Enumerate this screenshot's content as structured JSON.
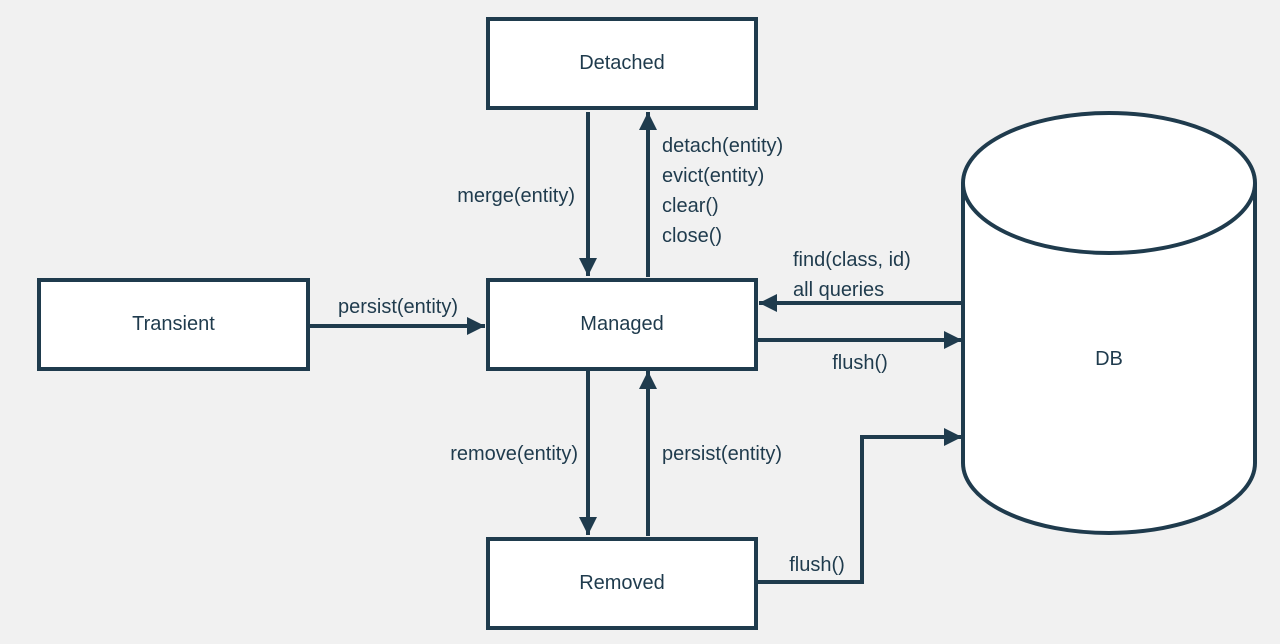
{
  "diagram": {
    "kind": "entity-lifecycle-state-diagram",
    "colors": {
      "stroke": "#1f3b4d",
      "background": "#f1f1f1",
      "node_fill": "#ffffff"
    },
    "nodes": {
      "detached": {
        "label": "Detached"
      },
      "transient": {
        "label": "Transient"
      },
      "managed": {
        "label": "Managed"
      },
      "removed": {
        "label": "Removed"
      },
      "db": {
        "label": "DB"
      }
    },
    "edges": {
      "merge": {
        "label": "merge(entity)",
        "from": "Detached",
        "to": "Managed"
      },
      "detach": {
        "from": "Managed",
        "to": "Detached",
        "lines": [
          "detach(entity)",
          "evict(entity)",
          "clear()",
          "close()"
        ]
      },
      "persist_from_transient": {
        "label": "persist(entity)",
        "from": "Transient",
        "to": "Managed"
      },
      "db_to_managed": {
        "from": "DB",
        "to": "Managed",
        "lines": [
          "find(class, id)",
          "all queries"
        ]
      },
      "managed_to_db": {
        "label": "flush()",
        "from": "Managed",
        "to": "DB"
      },
      "remove": {
        "label": "remove(entity)",
        "from": "Managed",
        "to": "Removed"
      },
      "persist_from_removed": {
        "label": "persist(entity)",
        "from": "Removed",
        "to": "Managed"
      },
      "removed_to_db": {
        "label": "flush()",
        "from": "Removed",
        "to": "DB"
      }
    }
  }
}
